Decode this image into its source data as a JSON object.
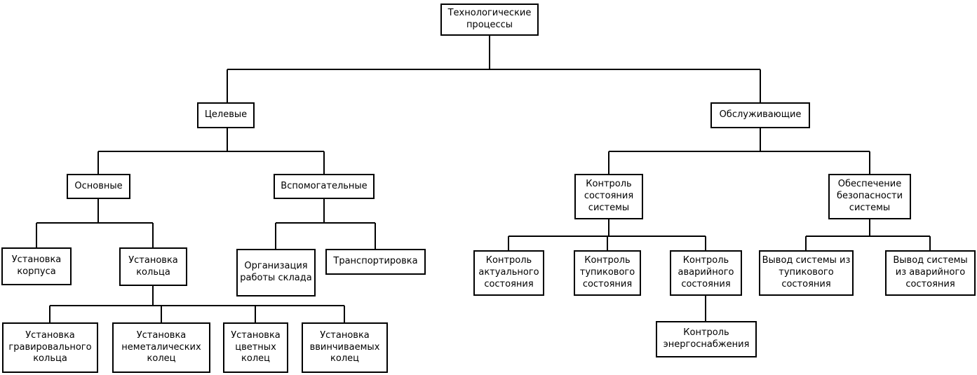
{
  "diagram": {
    "type": "tree",
    "colors": {
      "background": "#ffffff",
      "box_fill": "#ffffff",
      "box_border": "#000000",
      "connector": "#000000"
    },
    "nodes": {
      "root": {
        "label": "Технологические процессы"
      },
      "celevye": {
        "label": "Целевые"
      },
      "obsluzhivayushchie": {
        "label": "Обслуживающие"
      },
      "osnovnye": {
        "label": "Основные"
      },
      "vspomogatelnye": {
        "label": "Вспомогательные"
      },
      "kontrol_sostoyaniya": {
        "label": "Контроль состояния системы"
      },
      "obespechenie": {
        "label": "Обеспечение безопасности системы"
      },
      "ustanovka_korpusa": {
        "label": "Установка корпуса"
      },
      "ustanovka_koltsa": {
        "label": "Установка кольца"
      },
      "organizatsiya_sklada": {
        "label": "Организация работы склада"
      },
      "transportirovka": {
        "label": "Транспортировка"
      },
      "kontrol_aktualnogo": {
        "label": "Контроль актуального состояния"
      },
      "kontrol_tupikovogo": {
        "label": "Контроль тупикового состояния"
      },
      "kontrol_avariynogo": {
        "label": "Контроль аварийного состояния"
      },
      "vyvod_iz_tupikovogo": {
        "label": "Вывод системы из тупикового состояния"
      },
      "vyvod_iz_avariynogo": {
        "label": "Вывод системы из аварийного состояния"
      },
      "ust_gravirovalnogo": {
        "label": "Установка гравировального кольца"
      },
      "ust_nemetalicheskikh": {
        "label": "Установка неметалических колец"
      },
      "ust_tsvetnykh": {
        "label": "Установка цветных колец"
      },
      "ust_vvinchivaemykh": {
        "label": "Установка ввинчиваемых колец"
      },
      "kontrol_energo": {
        "label": "Контроль энергоснабжения"
      }
    },
    "hierarchy": {
      "root": [
        "celevye",
        "obsluzhivayushchie"
      ],
      "celevye": [
        "osnovnye",
        "vspomogatelnye"
      ],
      "obsluzhivayushchie": [
        "kontrol_sostoyaniya",
        "obespechenie"
      ],
      "osnovnye": [
        "ustanovka_korpusa",
        "ustanovka_koltsa"
      ],
      "vspomogatelnye": [
        "organizatsiya_sklada",
        "transportirovka"
      ],
      "kontrol_sostoyaniya": [
        "kontrol_aktualnogo",
        "kontrol_tupikovogo",
        "kontrol_avariynogo"
      ],
      "obespechenie": [
        "vyvod_iz_tupikovogo",
        "vyvod_iz_avariynogo"
      ],
      "ustanovka_koltsa": [
        "ust_gravirovalnogo",
        "ust_nemetalicheskikh",
        "ust_tsvetnykh",
        "ust_vvinchivaemykh"
      ],
      "kontrol_avariynogo": [
        "kontrol_energo"
      ]
    }
  }
}
